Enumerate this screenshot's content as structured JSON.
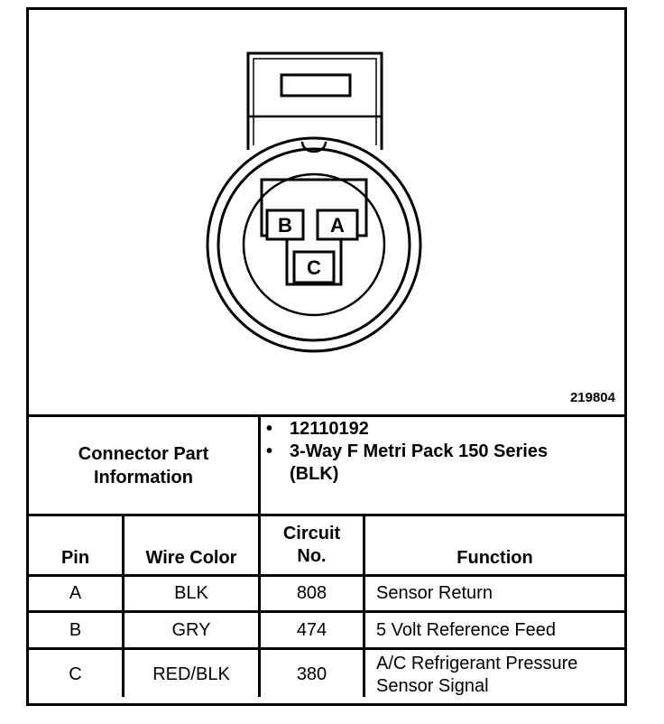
{
  "diagram": {
    "figure_id": "219804",
    "pins": [
      {
        "label": "B"
      },
      {
        "label": "A"
      },
      {
        "label": "C"
      }
    ]
  },
  "connector": {
    "label": "Connector Part Information",
    "bullets": [
      "12110192",
      "3-Way F Metri Pack 150 Series (BLK)"
    ]
  },
  "table": {
    "headers": [
      "Pin",
      "Wire Color",
      "Circuit No.",
      "Function"
    ],
    "rows": [
      {
        "pin": "A",
        "wire_color": "BLK",
        "circuit": "808",
        "function": "Sensor Return"
      },
      {
        "pin": "B",
        "wire_color": "GRY",
        "circuit": "474",
        "function": "5 Volt Reference Feed"
      },
      {
        "pin": "C",
        "wire_color": "RED/BLK",
        "circuit": "380",
        "function": "A/C Refrigerant Pressure Sensor Signal"
      }
    ]
  }
}
